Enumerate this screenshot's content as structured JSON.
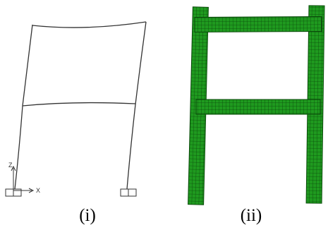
{
  "panels": [
    {
      "caption": "(i)",
      "axes": {
        "vertical": "Z",
        "horizontal": "X"
      },
      "line_color": "#333333"
    },
    {
      "caption": "(ii)",
      "mesh_fill_color": "#1f9a1f",
      "mesh_grid_color": "#0a4a0a"
    }
  ]
}
